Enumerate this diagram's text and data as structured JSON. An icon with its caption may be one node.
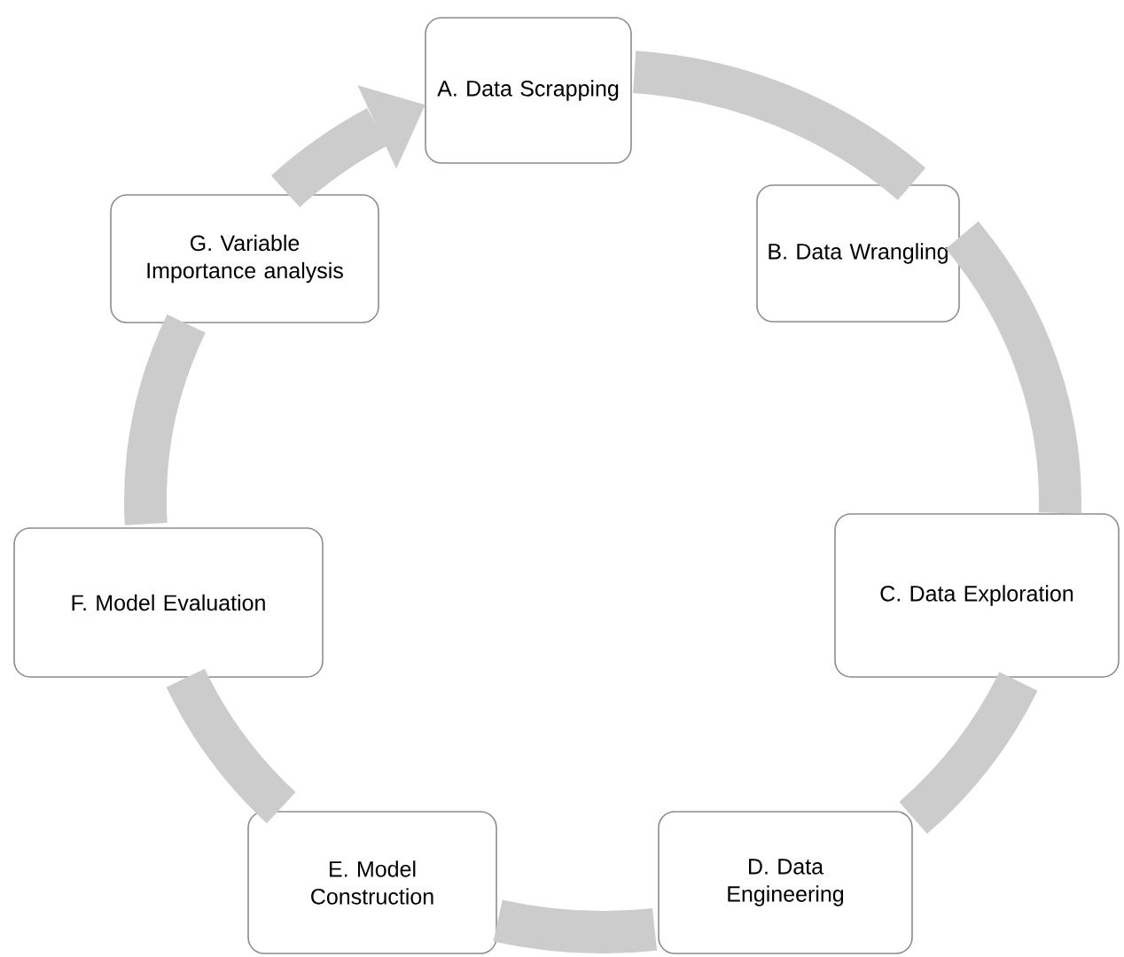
{
  "diagram": {
    "nodes": [
      {
        "text": [
          "A. Data Scrapping"
        ]
      },
      {
        "text": [
          "B. Data Wrangling"
        ]
      },
      {
        "text": [
          "C. Data Exploration"
        ]
      },
      {
        "text": [
          "D. Data Engineering"
        ]
      },
      {
        "text": [
          "E. Model Construction"
        ]
      },
      {
        "text": [
          "F. Model Evaluation"
        ]
      },
      {
        "text": [
          "G. Variable Importance analysis"
        ]
      }
    ],
    "edges": [
      {
        "from": 0,
        "to": 1,
        "arrow": "none"
      },
      {
        "from": 1,
        "to": 2,
        "arrow": "none"
      },
      {
        "from": 2,
        "to": 3,
        "arrow": "none"
      },
      {
        "from": 3,
        "to": 4,
        "arrow": "none"
      },
      {
        "from": 4,
        "to": 5,
        "arrow": "none"
      },
      {
        "from": 5,
        "to": 6,
        "arrow": "none"
      },
      {
        "from": 6,
        "to": 0,
        "arrow": "to"
      }
    ]
  }
}
